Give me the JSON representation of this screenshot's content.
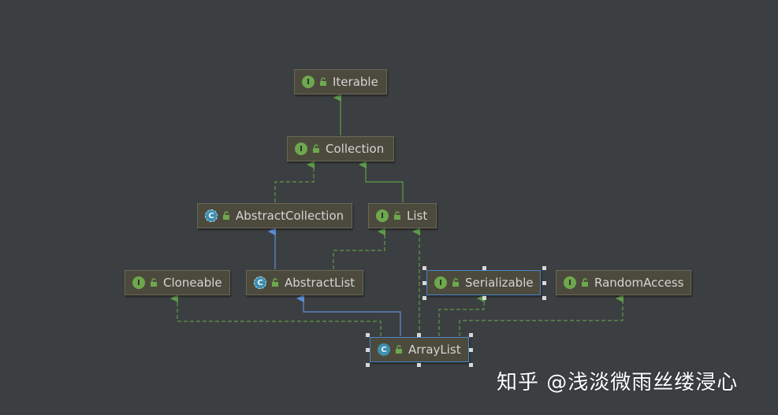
{
  "nodes": {
    "iterable": {
      "label": "Iterable",
      "kind": "interface",
      "badge": "I"
    },
    "collection": {
      "label": "Collection",
      "kind": "interface",
      "badge": "I"
    },
    "abstract_collection": {
      "label": "AbstractCollection",
      "kind": "abstract-class",
      "badge": "C"
    },
    "list": {
      "label": "List",
      "kind": "interface",
      "badge": "I"
    },
    "cloneable": {
      "label": "Cloneable",
      "kind": "interface",
      "badge": "I"
    },
    "abstract_list": {
      "label": "AbstractList",
      "kind": "abstract-class",
      "badge": "C"
    },
    "serializable": {
      "label": "Serializable",
      "kind": "interface",
      "badge": "I"
    },
    "random_access": {
      "label": "RandomAccess",
      "kind": "interface",
      "badge": "I"
    },
    "array_list": {
      "label": "ArrayList",
      "kind": "class",
      "badge": "C"
    }
  },
  "edges": [
    {
      "from": "collection",
      "to": "iterable",
      "type": "extends"
    },
    {
      "from": "abstract_collection",
      "to": "collection",
      "type": "implements"
    },
    {
      "from": "list",
      "to": "collection",
      "type": "extends"
    },
    {
      "from": "abstract_list",
      "to": "abstract_collection",
      "type": "extends-class"
    },
    {
      "from": "abstract_list",
      "to": "list",
      "type": "implements"
    },
    {
      "from": "array_list",
      "to": "abstract_list",
      "type": "extends-class"
    },
    {
      "from": "array_list",
      "to": "list",
      "type": "implements"
    },
    {
      "from": "array_list",
      "to": "cloneable",
      "type": "implements"
    },
    {
      "from": "array_list",
      "to": "serializable",
      "type": "implements"
    },
    {
      "from": "array_list",
      "to": "random_access",
      "type": "implements"
    }
  ],
  "colors": {
    "background": "#3c3f41",
    "interface_edge": "#5f9a4a",
    "class_edge": "#5b8fd6",
    "selection": "#4a86c8"
  },
  "watermark": "知乎 @浅淡微雨丝缕浸心"
}
